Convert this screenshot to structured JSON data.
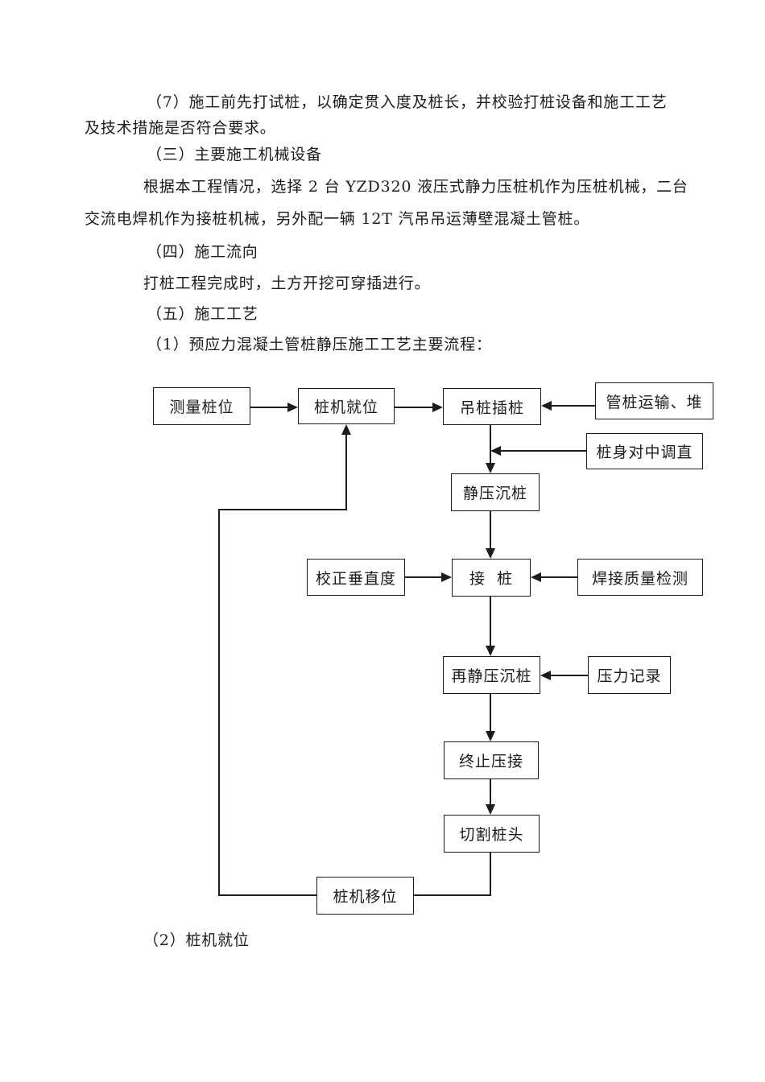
{
  "page": {
    "background": "#ffffff",
    "text_color": "#1c1c1c",
    "line_color": "#1c1c1c"
  },
  "doc": {
    "lines": [
      "（7）施工前先打试桩，以确定贯入度及桩长，并校验打桩设备和施工工艺",
      "及技术措施是否符合要求。",
      "（三）主要施工机械设备",
      "根据本工程情况，选择 2 台 YZD320 液压式静力压桩机作为压桩机械，二台",
      "交流电焊机作为接桩机械，另外配一辆 12T 汽吊吊运薄壁混凝土管桩。",
      "（四）施工流向",
      "打桩工程完成时，土方开挖可穿插进行。",
      "（五）施工工艺",
      "（1）预应力混凝土管桩静压施工工艺主要流程：",
      "（2）桩机就位"
    ]
  },
  "flowchart": {
    "nodes": [
      {
        "label": "测量桩位"
      },
      {
        "label": "桩机就位"
      },
      {
        "label": "吊桩插桩"
      },
      {
        "label": "管桩运输、堆"
      },
      {
        "label": "桩身对中调直"
      },
      {
        "label": "静压沉桩"
      },
      {
        "label": "校正垂直度"
      },
      {
        "label": "接  桩"
      },
      {
        "label": "焊接质量检测"
      },
      {
        "label": "再静压沉桩"
      },
      {
        "label": "压力记录"
      },
      {
        "label": "终止压接"
      },
      {
        "label": "切割桩头"
      },
      {
        "label": "桩机移位"
      }
    ]
  }
}
